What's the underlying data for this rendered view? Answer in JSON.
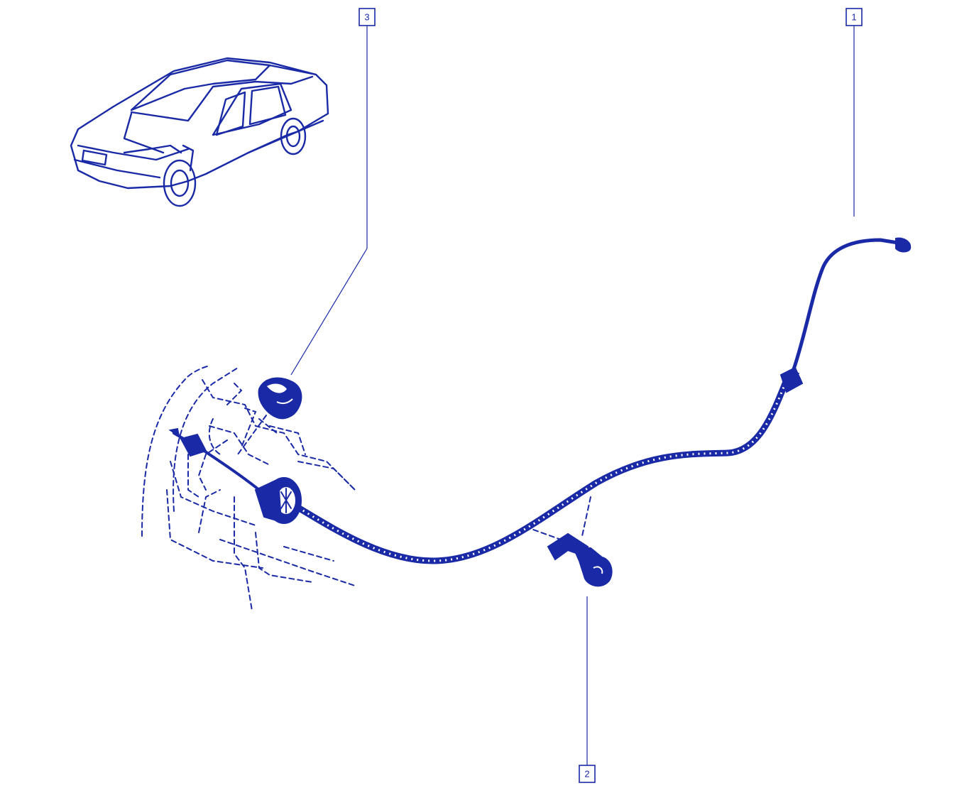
{
  "colors": {
    "ink": "#1a2aa6",
    "background": "#ffffff"
  },
  "callouts": [
    {
      "id": "callout-1",
      "label": "1"
    },
    {
      "id": "callout-2",
      "label": "2"
    },
    {
      "id": "callout-3",
      "label": "3"
    }
  ],
  "parts": [
    {
      "ref": "1",
      "name": "cable-assembly"
    },
    {
      "ref": "2",
      "name": "clip-bracket"
    },
    {
      "ref": "3",
      "name": "cable-end-cap"
    }
  ]
}
